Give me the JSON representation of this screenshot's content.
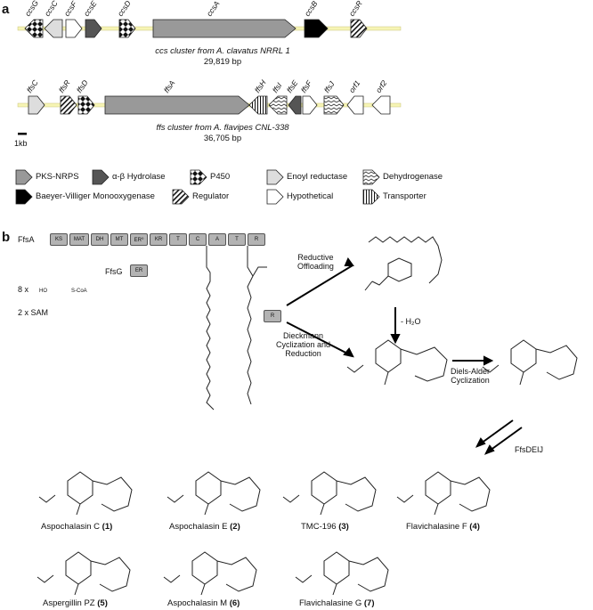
{
  "panel_a": "a",
  "panel_b": "b",
  "ccs_genes": [
    "ccsG",
    "ccsC",
    "ccsF",
    "ccsE",
    "ccsD",
    "ccsA",
    "ccsB",
    "ccsR"
  ],
  "ccs_caption": {
    "name": "ccs cluster from A. clavatus NRRL 1",
    "size": "29,819 bp"
  },
  "ffs_genes": [
    "ffsC",
    "ffsR",
    "ffsD",
    "ffsA",
    "ffsH",
    "ffsI",
    "ffsE",
    "ffsF",
    "ffsJ",
    "orf1",
    "orf2"
  ],
  "ffs_caption": {
    "name": "ffs cluster from A. flavipes CNL-338",
    "size": "36,705 bp"
  },
  "scale": "1kb",
  "legend": [
    "PKS-NRPS",
    "α-β Hydrolase",
    "P450",
    "Enoyl reductase",
    "Dehydrogenase",
    "Baeyer-Villiger Monooxygenase",
    "Regulator",
    "Hypothetical",
    "Transporter"
  ],
  "ffsA": {
    "label": "FfsA",
    "domains": [
      "KS",
      "MAT",
      "DH",
      "MT",
      "ER⁰",
      "KR",
      "T",
      "C",
      "A",
      "T",
      "R"
    ]
  },
  "ffsG": {
    "label": "FfsG",
    "domain": "ER"
  },
  "reagents": {
    "malonyl": "8 x",
    "malonyl_sub": "HO",
    "malonyl_coa": "S-CoA",
    "sam": "2 x  SAM"
  },
  "r_box": "R",
  "steps": {
    "reductive": "Reductive\nOffloading",
    "water": "- H₂O",
    "dieckmann": "Dieckmann\nCyclization and\nReduction",
    "diels": "Diels-Alder\nCyclization",
    "ffsdeij": "FfsDEIJ"
  },
  "products": [
    {
      "name": "Aspochalasin C",
      "num": "(1)"
    },
    {
      "name": "Aspochalasin E",
      "num": "(2)"
    },
    {
      "name": "TMC-196",
      "num": "(3)"
    },
    {
      "name": "Flavichalasine F",
      "num": "(4)"
    },
    {
      "name": "Aspergillin PZ",
      "num": "(5)"
    },
    {
      "name": "Aspochalasin M",
      "num": "(6)"
    },
    {
      "name": "Flavichalasine G",
      "num": "(7)"
    }
  ]
}
